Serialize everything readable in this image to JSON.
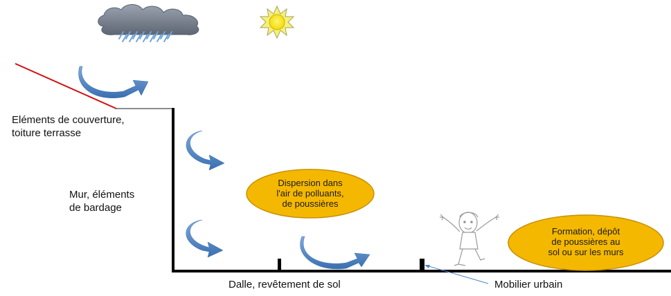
{
  "labels": {
    "roof": "Eléments de couverture,\ntoiture terrasse",
    "wall": "Mur, éléments\nde bardage",
    "slab": "Dalle, revêtement de sol",
    "furniture": "Mobilier urbain"
  },
  "bubbles": {
    "dispersion": "Dispersion dans\nl'air de polluants,\nde poussières",
    "formation": "Formation, dépôt\nde poussières au\nsol ou sur les murs"
  },
  "icons": {
    "cloud": "rain-cloud-icon",
    "sun": "sun-icon",
    "child": "child-figure-icon",
    "arrows": "curved-arrow-icon"
  },
  "colors": {
    "bubble_fill": "#f5b800",
    "bubble_stroke": "#c89000",
    "arrow_fill": "#4f86c6",
    "roof_line": "#d01010",
    "structure": "#000000",
    "sun": "#f6ea00",
    "rain": "#6fa3d9",
    "cloud": "#7f8a99"
  }
}
